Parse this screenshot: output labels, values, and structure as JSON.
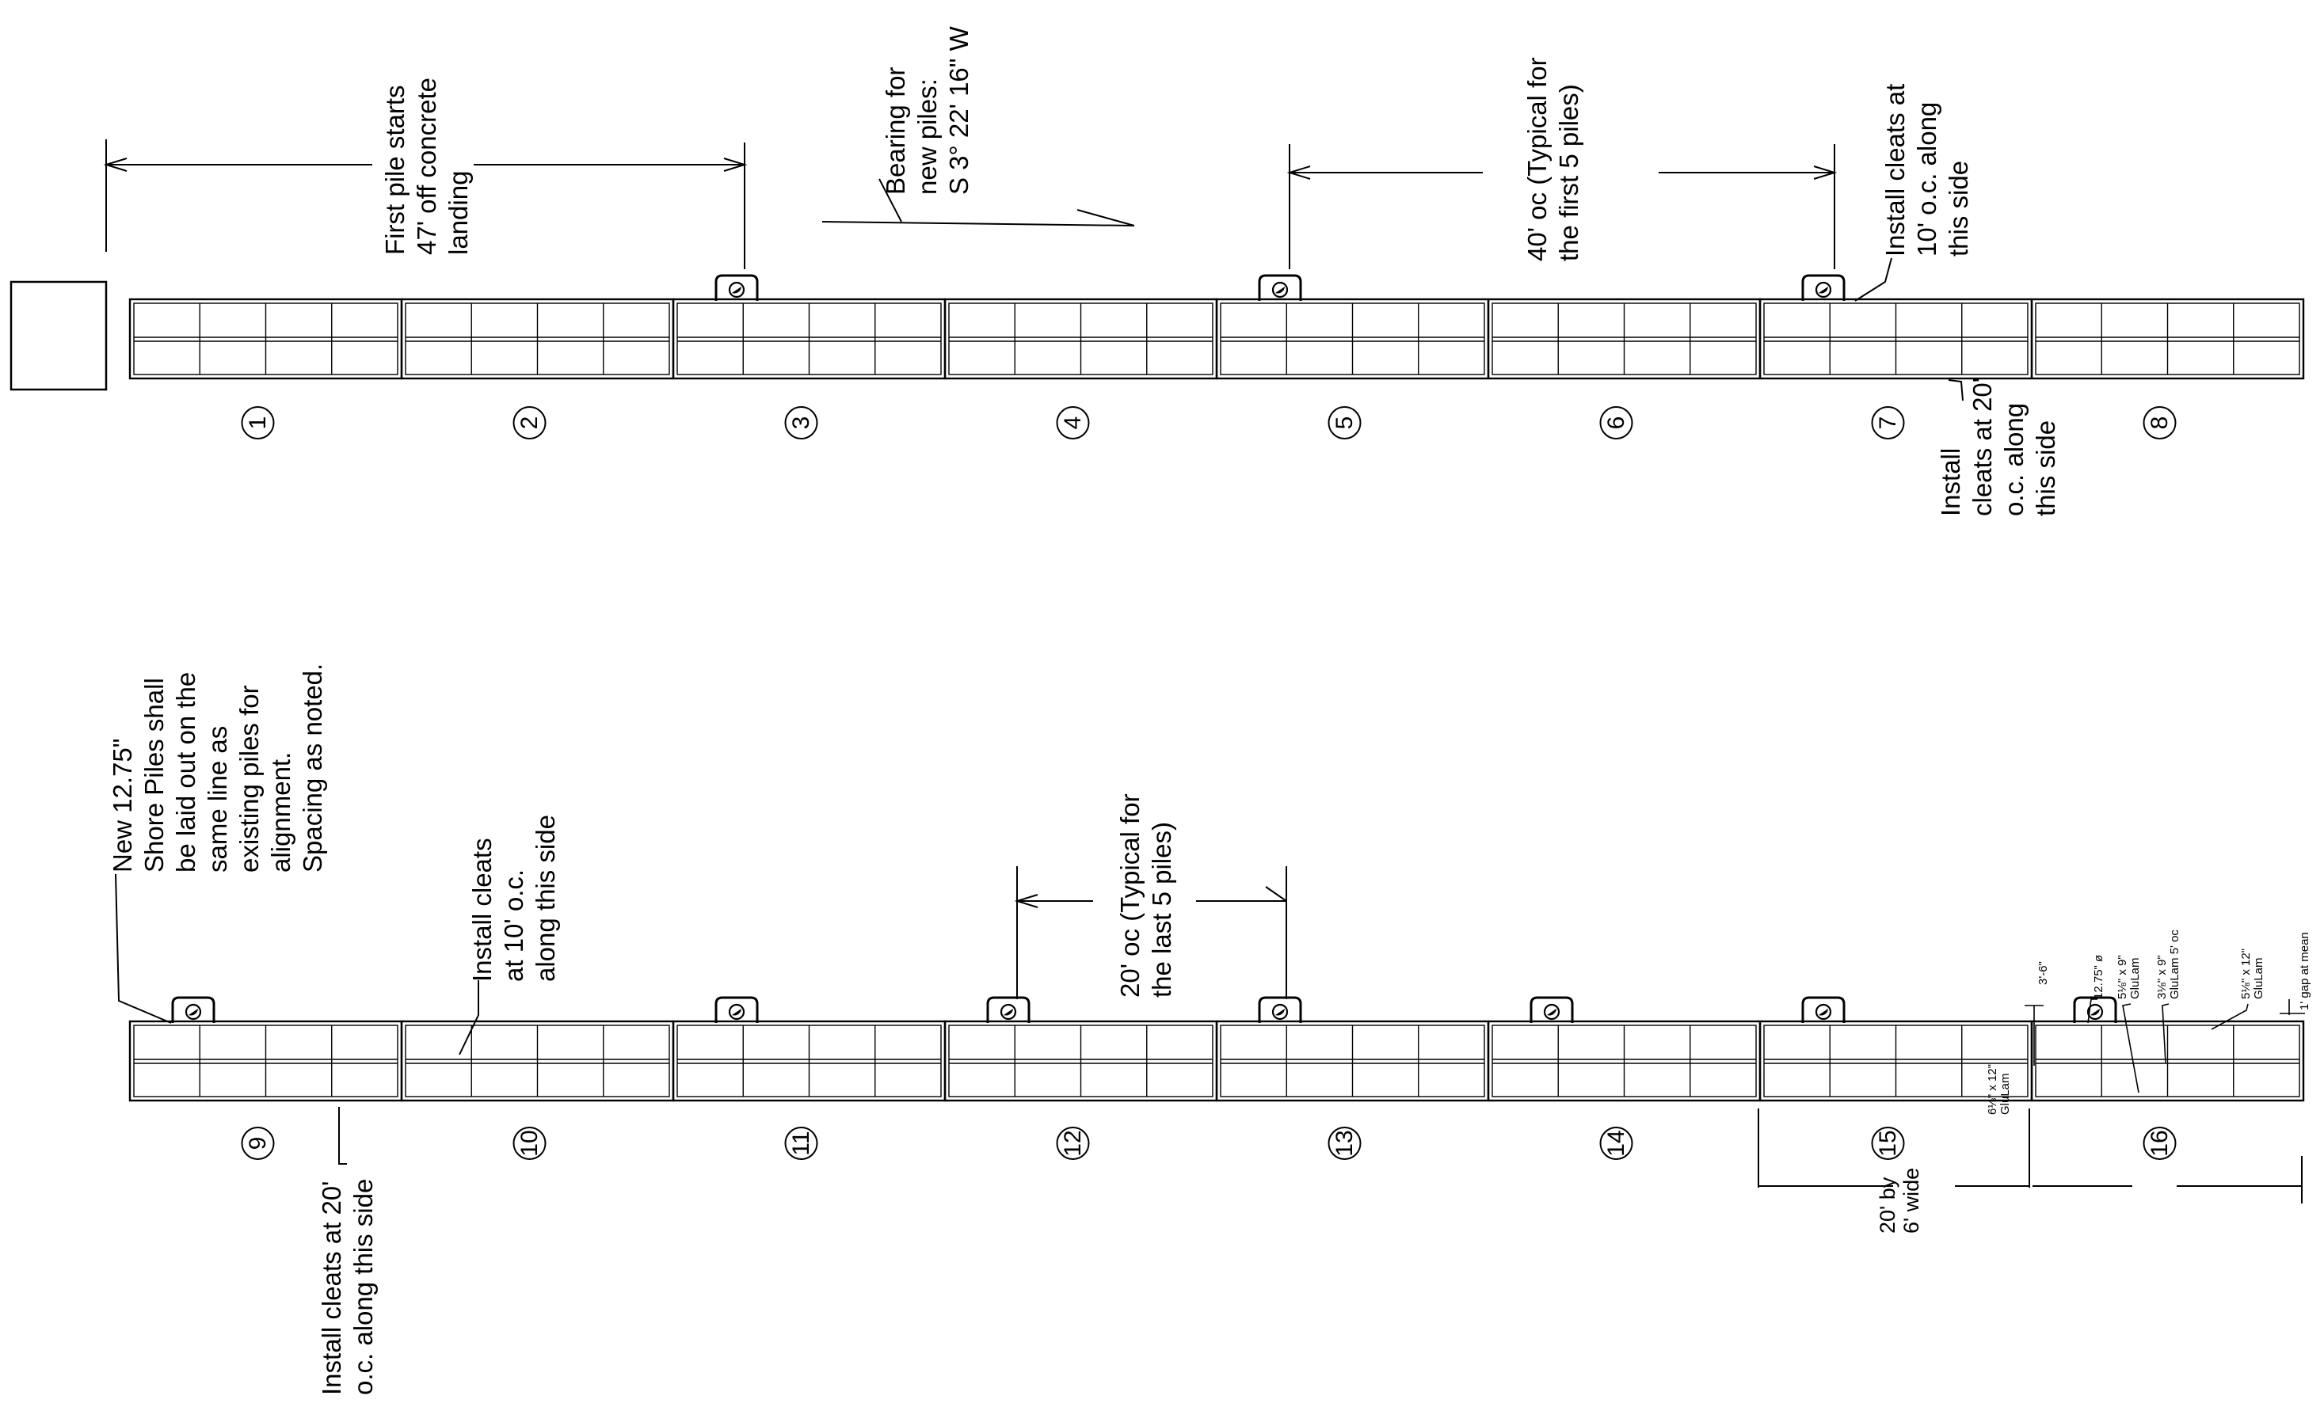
{
  "top_row": {
    "floats": [
      "1",
      "2",
      "3",
      "4",
      "5",
      "6",
      "7",
      "8"
    ],
    "notes": {
      "first_pile": [
        "First pile starts",
        "47' off concrete",
        "landing"
      ],
      "bearing": [
        "Bearing for",
        "new piles:",
        "S 3° 22' 16\" W"
      ],
      "spacing": [
        "40' oc (Typical for",
        "the first 5 piles)"
      ],
      "cleats_top": [
        "Install cleats at",
        "10' o.c. along",
        "this side"
      ],
      "cleats_bottom": [
        "Install",
        "cleats at 20'",
        "o.c. along",
        "this side"
      ]
    }
  },
  "bottom_row": {
    "floats": [
      "9",
      "10",
      "11",
      "12",
      "13",
      "14",
      "15",
      "16"
    ],
    "notes": {
      "shore_piles": [
        "New 12.75\"",
        "Shore Piles shall",
        "be laid out on the",
        "same line as",
        "existing piles for",
        "alignment.",
        "Spacing as noted."
      ],
      "cleats_top": [
        "Install cleats",
        "at 10' o.c.",
        "along this side"
      ],
      "spacing": [
        "20' oc (Typical for",
        "the last 5 piles)"
      ],
      "cleats_bottom": [
        "Install cleats at 20'",
        "o.c. along this side"
      ],
      "float_size": [
        "20' by",
        "6' wide"
      ],
      "glulam_15": [
        "6⅛\" x 12\"",
        "GluLam"
      ],
      "dim_3_6": "3'-6\"",
      "pile_dia": "12.75\" ø",
      "glulam_a": [
        "5⅛\" x 9\"",
        "GluLam"
      ],
      "glulam_b": [
        "3⅛\" x 9\"",
        "GluLam 5' oc"
      ],
      "glulam_c": [
        "5⅛\" x 12\"",
        "GluLam"
      ],
      "gap": "1' gap at mean"
    }
  }
}
